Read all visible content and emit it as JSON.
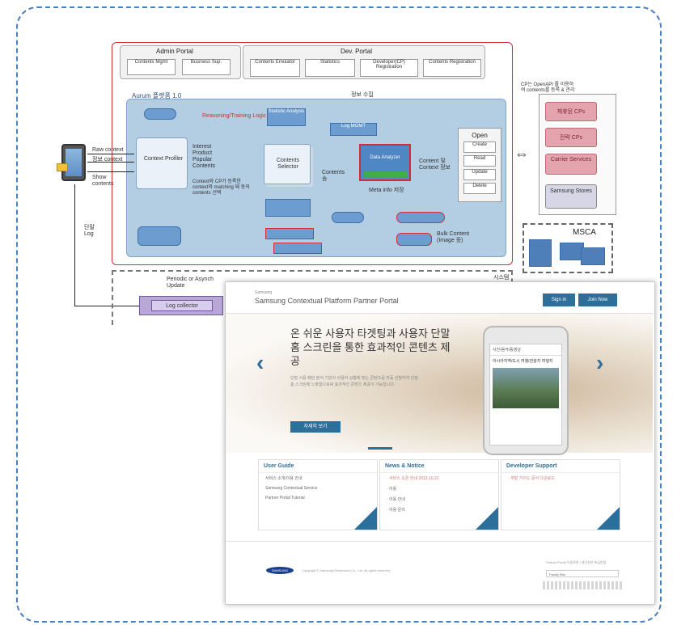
{
  "diagram": {
    "admin_portal": {
      "title": "Admin Portal",
      "items": [
        "Contents Mgmt",
        "Business Sup."
      ]
    },
    "dev_portal": {
      "title": "Dev. Portal",
      "items": [
        "Contents Emulator",
        "Statistics",
        "Developer(CP) Registration",
        "Contents Registration"
      ]
    },
    "platform_title": "Aurum 플랫폼 1.0",
    "info_label": "정보 수집",
    "reasoning_label": "Reasoning/Training Logic",
    "statistics_label": "Statistic Analysis",
    "log_mgmt_label": "Log MGMT",
    "context_profiler": "Context Profiler",
    "contents_selector": "Contents Selector",
    "data_analyzer": "Data Analyzer",
    "interest_labels": "Interest Product Popular Contents",
    "matching_text": "Context와 CP가 등록한 context와 matching 돼 동의 contents 선택",
    "contents_label": "Contents 송",
    "meta_info": "Meta info 저장",
    "content_tags": "Content 및 Context 정보",
    "bulk_label": "Bulk Content (Image 등)",
    "raw_context": "Raw context",
    "context_label": "정보 context",
    "show_contents": "Show contents",
    "terminal_log": "단말 Log",
    "periodic_label": "Periodic or Asynch Update",
    "log_collector": "Log collector",
    "open_api": {
      "title": "Open",
      "items": [
        "Create",
        "Read",
        "Update",
        "Delete"
      ]
    },
    "cp_note": "CP는 OpenAPI 를 이용하여 contents를 등록 & 관리",
    "right_boxes": [
      "제휴된 CPs",
      "전략 CPs",
      "Carrier Services",
      "Samsung Stores"
    ],
    "msca_title": "MSCA",
    "bottom_right": "시스템"
  },
  "portal": {
    "brand_small": "Samsung",
    "brand": "Samsung Contextual Platform Partner Portal",
    "buttons": [
      "Sign in",
      "Join Now"
    ],
    "hero_title": "온 쉬운 사용자 타겟팅과 사용자 단말 홈 스크린을 통한 효과적인 콘텐츠 제공",
    "hero_desc": "단말 사용 패턴 분석 기반의 사용자 상황에 맞는 콘텐츠를 자동 선별하여 단말 홈 스크린에 노출함으로써 효과적인 콘텐츠 제공이 가능합니다.",
    "hero_button": "자세히 보기",
    "phone_title": "사진/음악/동영상",
    "phone_sub": "아시아지역/도시 여행/관광지 여행지",
    "panels": [
      {
        "title": "User Guide",
        "items": [
          "서비스 소개/이용 안내",
          "Samsung Contextual Service",
          "Partner Portal Tutorial"
        ]
      },
      {
        "title": "News & Notice",
        "items": [
          "· 서비스 오픈 안내 2013.10.22",
          "· 이용",
          "· 이용 안내",
          "· 이용 문의"
        ]
      },
      {
        "title": "Developer Support",
        "items": [
          "· 개발 가이드 문서 다운로드"
        ]
      }
    ],
    "footer_logo": "SAMSUNG",
    "footer_left": "Copyright © Samsung Electronics Co., Ltd. All rights reserved.",
    "footer_right_1": "Partner Portal 이용약관 | 개인정보 취급방침",
    "footer_select": "Family Site"
  },
  "colors": {
    "accent": "#2d6f9b",
    "frame": "#4a7fc0",
    "red": "#d12e3a"
  }
}
